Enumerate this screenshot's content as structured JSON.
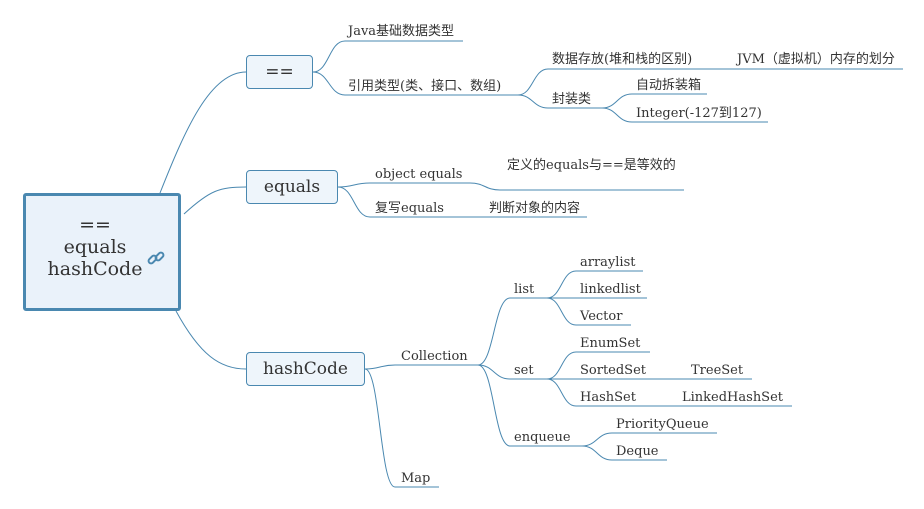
{
  "root": {
    "lines": [
      "==",
      "equals",
      "hashCode"
    ],
    "icon": "link-icon"
  },
  "branches": {
    "eq": {
      "label": "=="
    },
    "equals": {
      "label": "equals"
    },
    "hashcode": {
      "label": "hashCode"
    }
  },
  "nodes": {
    "java_basic": "Java基础数据类型",
    "ref_type": "引用类型(类、接口、数组)",
    "storage": "数据存放(堆和栈的区别)",
    "jvm": "JVM（虚拟机）内存的划分",
    "wrapper": "封装类",
    "autobox": "自动拆装箱",
    "integer": "Integer(-127到127)",
    "object_equals": "object equals",
    "defined_equals": "定义的equals与==是等效的",
    "override_equals": "复写equals",
    "judge_content": "判断对象的内容",
    "collection": "Collection",
    "map": "Map",
    "list": "list",
    "arraylist": "arraylist",
    "linkedlist": "linkedlist",
    "vector": "Vector",
    "set": "set",
    "enumset": "EnumSet",
    "sortedset": "SortedSet",
    "treeset": "TreeSet",
    "hashset": "HashSet",
    "linkedhashset": "LinkedHashSet",
    "enqueue": "enqueue",
    "priorityqueue": "PriorityQueue",
    "deque": "Deque"
  },
  "colors": {
    "line": "#4a88b0",
    "box_fill": "#eef5fb",
    "root_fill": "#eaf2fa",
    "text": "#333333"
  }
}
